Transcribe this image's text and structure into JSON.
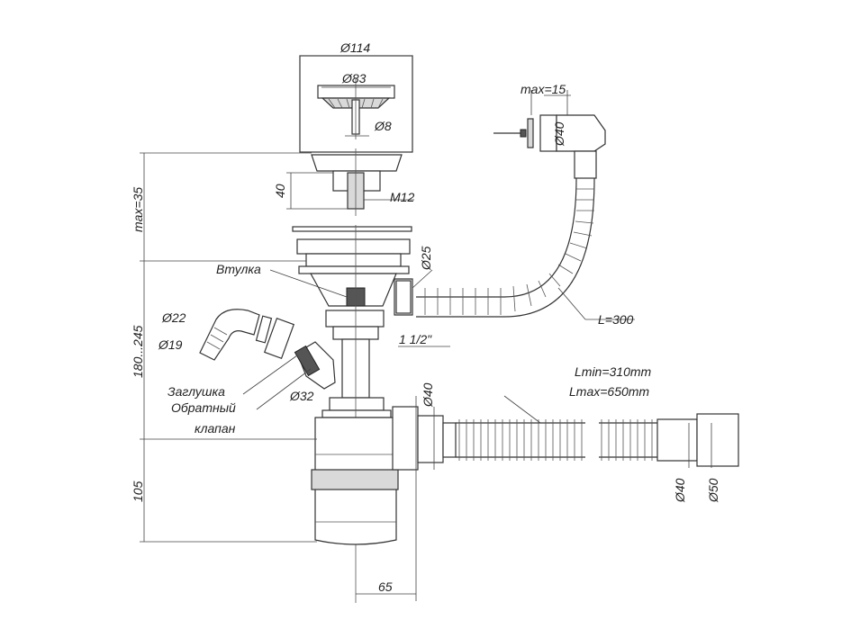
{
  "labels": {
    "d114": "Ø114",
    "d83": "Ø83",
    "d8": "Ø8",
    "max35": "max=35",
    "h40": "40",
    "m12": "M12",
    "d25": "Ø25",
    "vtulka": "Втулка",
    "h180_245": "180...245",
    "d22": "Ø22",
    "d19": "Ø19",
    "zaglushka": "Заглушка",
    "obratnyi": "Обратный",
    "klapan": "клапан",
    "d32": "Ø32",
    "thread": "1 1/2\"",
    "d40_left": "Ø40",
    "h105": "105",
    "w65": "65",
    "lmin": "Lmin=310mm",
    "lmax": "Lmax=650mm",
    "d40_right": "Ø40",
    "d50": "Ø50",
    "max15": "max=15",
    "d40_overflow": "Ø40",
    "l300": "L=300"
  }
}
